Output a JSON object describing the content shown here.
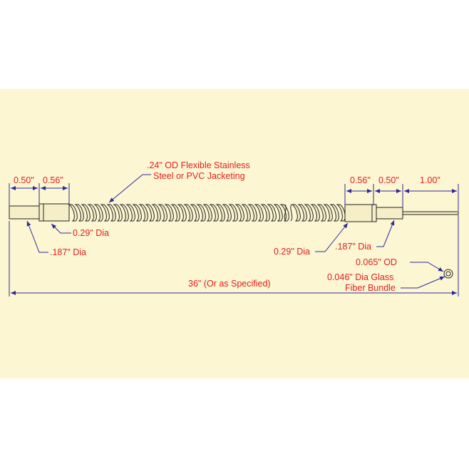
{
  "colors": {
    "background": "#fdf6d3",
    "page": "#ffffff",
    "label": "#e02020",
    "dimension_line": "#2b2b9a",
    "outline": "#222222"
  },
  "labels": {
    "jacket_line1": ".24\" OD Flexible Stainless",
    "jacket_line2": "Steel or PVC Jacketing",
    "left_dim_1": "0.50\"",
    "left_dim_2": "0.56\"",
    "left_dia_029": "0.29\" Dia",
    "left_dia_187": ".187\" Dia",
    "right_dim_056": "0.56\"",
    "right_dim_050": "0.50\"",
    "right_dim_100": "1.00\"",
    "right_dia_029": "0.29\" Dia",
    "right_dia_187": ".187\" Dia",
    "od_065": "0.065\" OD",
    "glass_line1": "0.046\" Dia Glass",
    "glass_line2": "Fiber Bundle",
    "overall_length": "36\" (Or as Specified)"
  }
}
